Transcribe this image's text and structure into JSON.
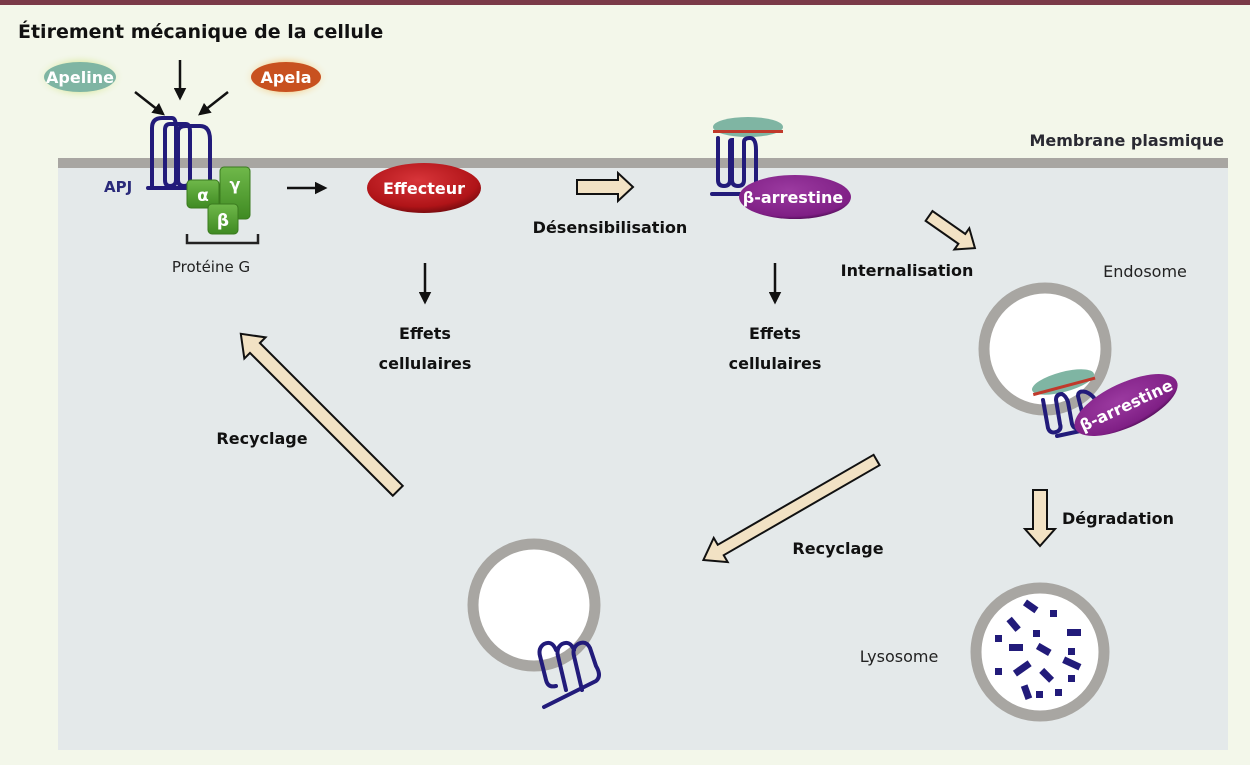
{
  "title": "Étirement mécanique de la cellule",
  "ligands": [
    {
      "label": "Apeline",
      "color": "#7fb5a3",
      "glow": "#dbe9a6"
    },
    {
      "label": "Apela",
      "color": "#c8511f",
      "glow": "#f4cf8e"
    }
  ],
  "membrane_label": "Membrane plasmique",
  "receptor_label": "APJ",
  "g_protein": {
    "label": "Protéine G",
    "subunits": [
      "α",
      "γ",
      "β"
    ],
    "color": "#4e9a2b"
  },
  "effector_label": "Effecteur",
  "arrestin_label": "β-arrestine",
  "steps": {
    "desensitization": "Désensibilisation",
    "internalization": "Internalisation",
    "degradation": "Dégradation",
    "recycling_left": "Recyclage",
    "recycling_right": "Recyclage"
  },
  "effects": {
    "left": [
      "Effets",
      "cellulaires"
    ],
    "right": [
      "Effets",
      "cellulaires"
    ]
  },
  "compartments": {
    "endosome": "Endosome",
    "lysosome": "Lysosome"
  },
  "colors": {
    "receptor": "#221b7a",
    "effector": "#b81a1e",
    "arrestin": "#8a2a8e",
    "ligand_bound": "#7fb5a3",
    "membrane": "#a8a6a2",
    "cytoplasm": "#e4e9ea",
    "outside": "#f3f7ea",
    "top_bar": "#7a3a48",
    "block_arrow_fill": "#f2e2c4"
  }
}
